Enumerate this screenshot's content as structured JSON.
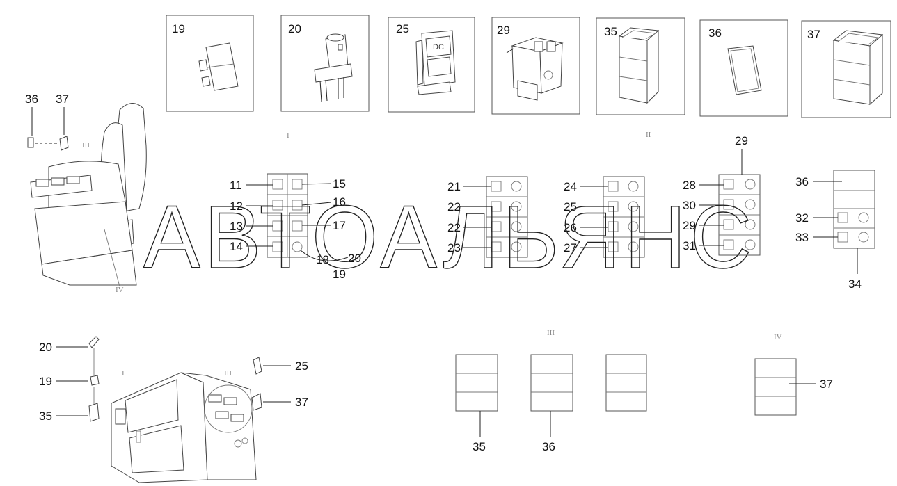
{
  "roman_labels": {
    "i": "I",
    "ii": "II",
    "iii": "III",
    "iv": "IV"
  },
  "part_boxes": [
    "19",
    "20",
    "25",
    "29",
    "35",
    "36",
    "37"
  ],
  "seat_callouts": [
    "36",
    "37"
  ],
  "panel_I": {
    "left": [
      "11",
      "12",
      "13",
      "14"
    ],
    "right": [
      "15",
      "16",
      "17",
      "18",
      "20",
      "19"
    ]
  },
  "panel_II_a": [
    "21",
    "22",
    "22",
    "23"
  ],
  "panel_II_b": [
    "24",
    "25",
    "26",
    "27"
  ],
  "panel_II_c": {
    "top": "29",
    "left": [
      "28",
      "30",
      "29",
      "31"
    ]
  },
  "panel_IV_side": {
    "top": "36",
    "left": [
      "32",
      "33"
    ],
    "bottom": "34"
  },
  "cab_callouts": {
    "left": [
      "20",
      "19",
      "35"
    ],
    "right": [
      "25",
      "37"
    ]
  },
  "bottom_blocks": {
    "b1": "35",
    "b2": "36",
    "b3": "37"
  },
  "watermark": "АВТОАЛЬЯНС"
}
